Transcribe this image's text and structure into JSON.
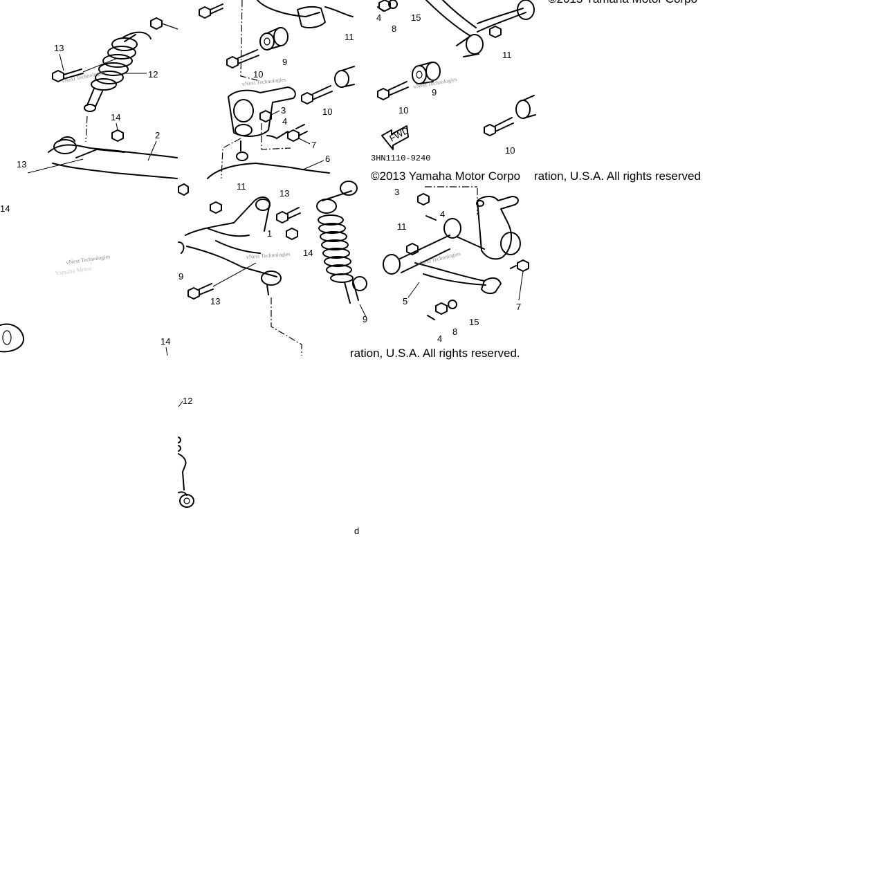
{
  "diagram": {
    "copyright": "©2013 Yamaha Motor Corporation, U.S.A. All rights reserved.",
    "copyright_fragments": {
      "top_right": "©2013 Yamaha Motor Corpo",
      "mid_a": "©2013 Yamaha Motor Corpo",
      "mid_b": "ration, U.S.A. All rights reserved",
      "low": "ration, U.S.A. All rights reserved."
    },
    "part_code": "3HN1110-9240",
    "fwd_label": "FWD",
    "watermark": "vNext Technologies",
    "watermark_faint": "Yamaha Motor"
  },
  "callouts": {
    "c1": "1",
    "c2": "2",
    "c3": "3",
    "c4": "4",
    "c5": "5",
    "c6": "6",
    "c7": "7",
    "c8": "8",
    "c9": "9",
    "c10": "10",
    "c11": "11",
    "c12": "12",
    "c13": "13",
    "c14": "14",
    "c15": "15"
  },
  "stray_glyph": "d"
}
